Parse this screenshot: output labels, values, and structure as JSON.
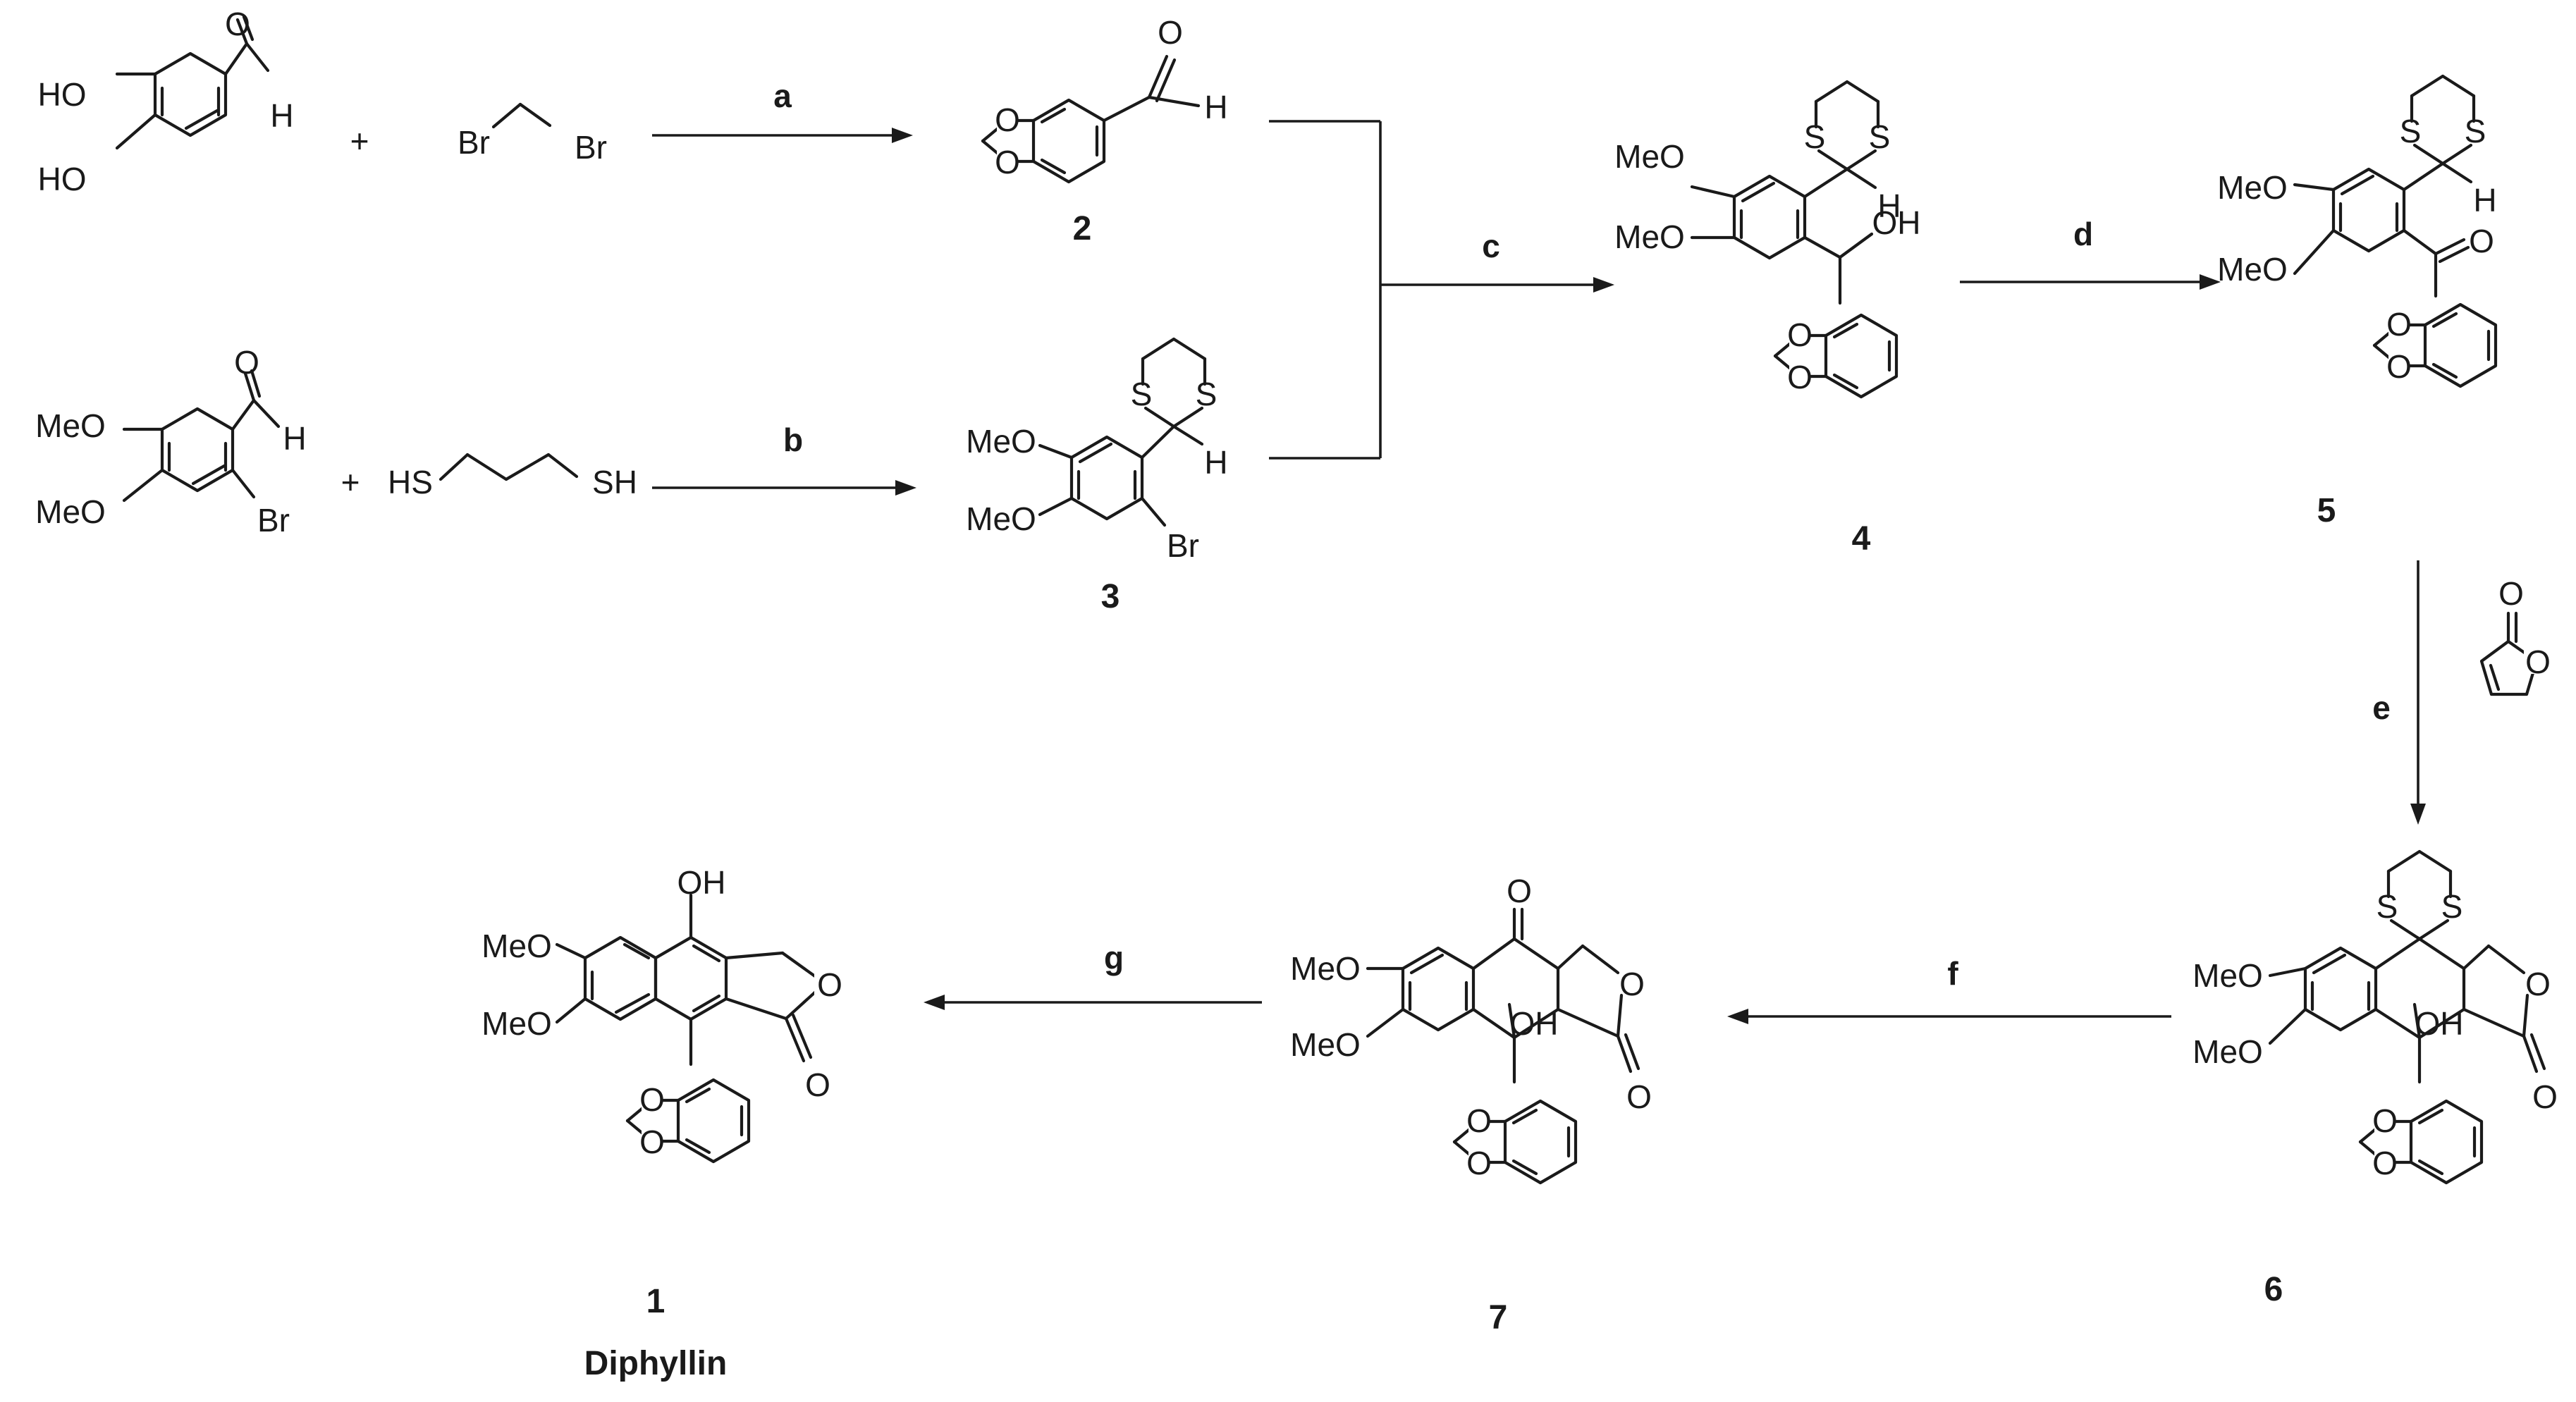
{
  "atoms": {
    "HO": "HO",
    "H": "H",
    "O": "O",
    "Br": "Br",
    "S": "S",
    "MeO": "MeO",
    "OH": "OH",
    "HS": "HS",
    "SH": "SH"
  },
  "signs": {
    "plus": "+"
  },
  "reagents": {
    "a": "a",
    "b": "b",
    "c": "c",
    "d": "d",
    "e": "e",
    "f": "f",
    "g": "g"
  },
  "compounds": {
    "c1": {
      "number": "1",
      "name": "Diphyllin"
    },
    "c2": {
      "number": "2"
    },
    "c3": {
      "number": "3"
    },
    "c4": {
      "number": "4"
    },
    "c5": {
      "number": "5"
    },
    "c6": {
      "number": "6"
    },
    "c7": {
      "number": "7"
    }
  }
}
